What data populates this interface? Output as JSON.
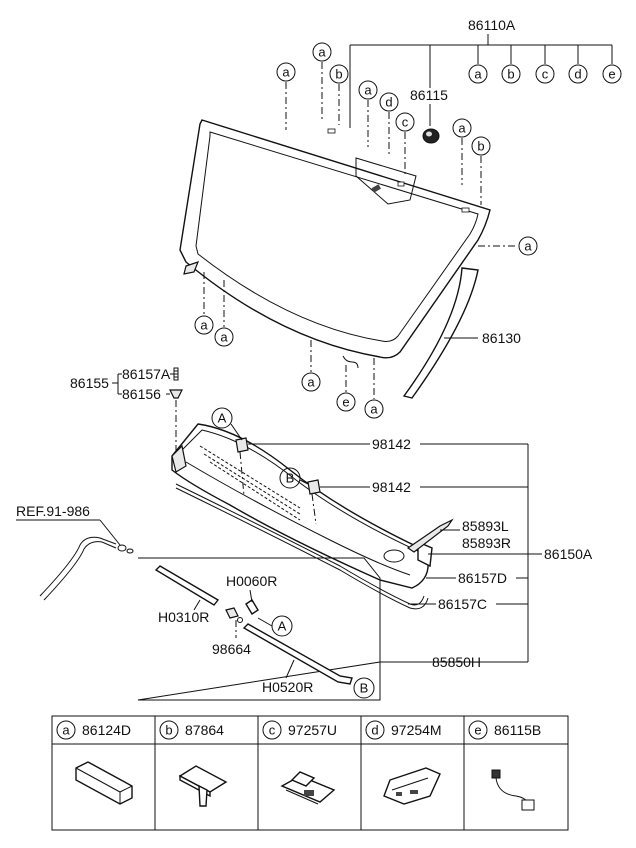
{
  "labels": {
    "l86110A": "86110A",
    "l86115": "86115",
    "l86130": "86130",
    "l86155": "86155",
    "l86157A": "86157A",
    "l86156": "86156",
    "l98142a": "98142",
    "l98142b": "98142",
    "lREF": "REF.91-986",
    "l85893L": "85893L",
    "l85893R": "85893R",
    "l86150A": "86150A",
    "l86157D": "86157D",
    "l86157C": "86157C",
    "lH0060R": "H0060R",
    "lH0310R": "H0310R",
    "l98664": "98664",
    "lH0520R": "H0520R",
    "l85850H": "85850H"
  },
  "callouts": {
    "a": "a",
    "b": "b",
    "c": "c",
    "d": "d",
    "e": "e",
    "A": "A",
    "B": "B"
  },
  "legend": [
    {
      "key": "a",
      "part": "86124D",
      "icon": "molding-clip-icon"
    },
    {
      "key": "b",
      "part": "87864",
      "icon": "cap-clip-icon"
    },
    {
      "key": "c",
      "part": "97257U",
      "icon": "bracket-icon"
    },
    {
      "key": "d",
      "part": "97254M",
      "icon": "sensor-cover-icon"
    },
    {
      "key": "e",
      "part": "86115B",
      "icon": "wiring-harness-icon"
    }
  ]
}
